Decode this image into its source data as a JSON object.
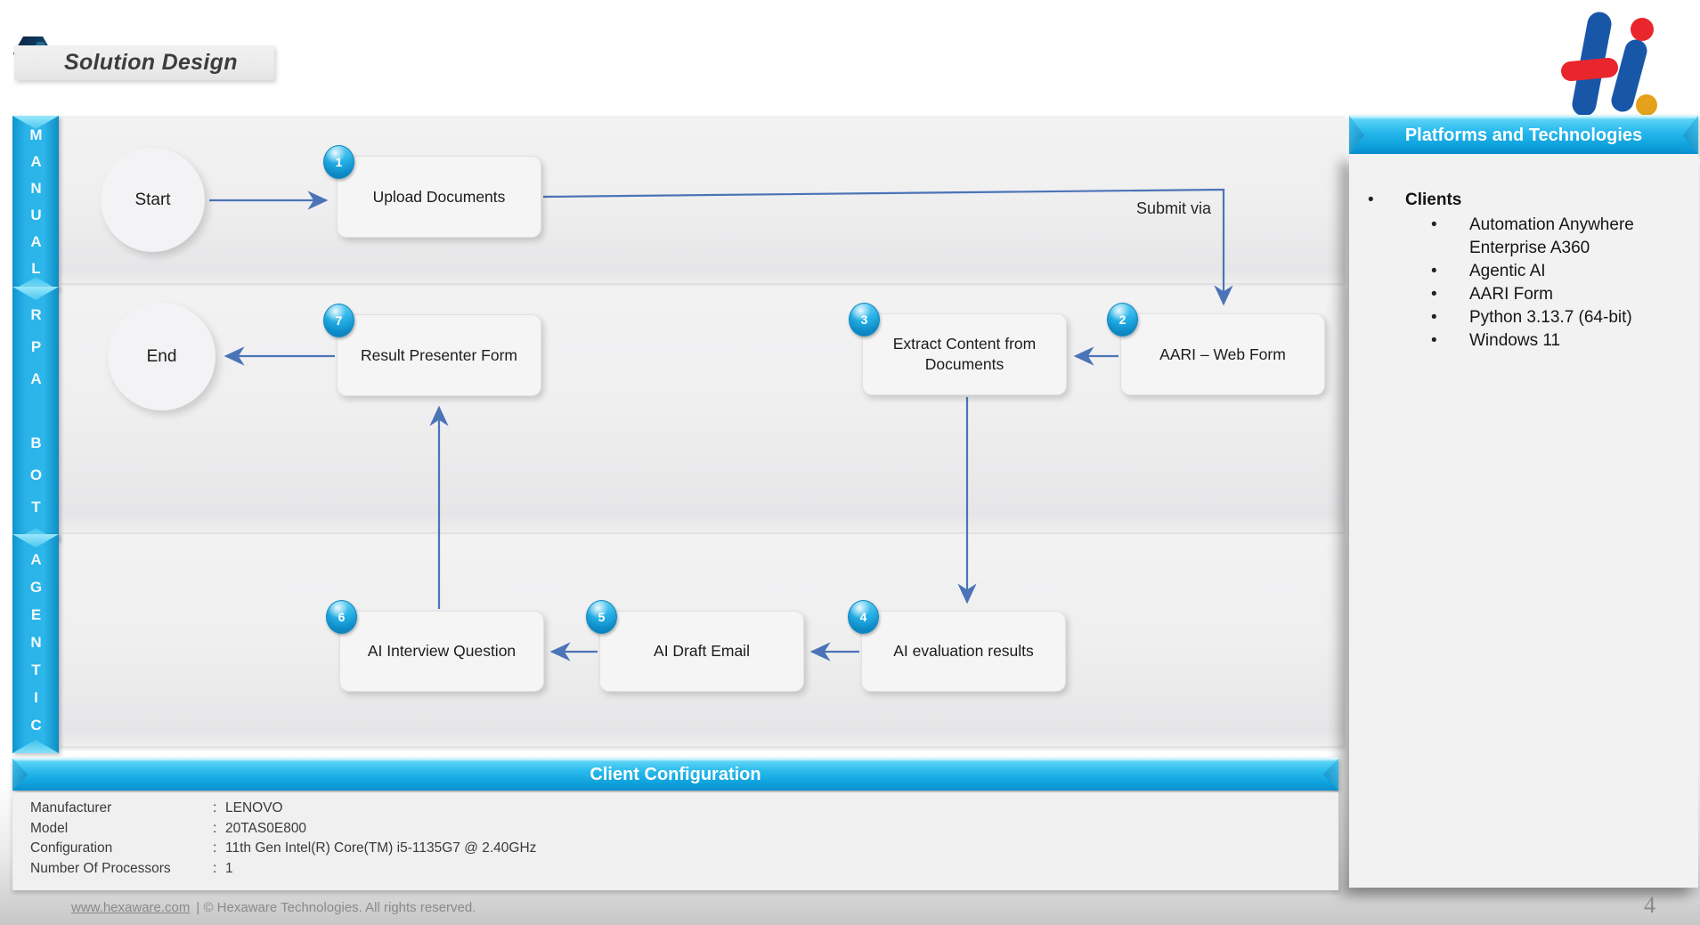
{
  "slide": {
    "title": "Solution Design",
    "page_number": "4"
  },
  "lanes": [
    {
      "label": "MANUAL"
    },
    {
      "label": "RPA BOT"
    },
    {
      "label": "AGENTIC"
    }
  ],
  "flow": {
    "start_label": "Start",
    "end_label": "End",
    "submit_via_label": "Submit via",
    "nodes": [
      {
        "num": "1",
        "label": "Upload Documents"
      },
      {
        "num": "2",
        "label": "AARI – Web Form"
      },
      {
        "num": "3",
        "label": "Extract Content from Documents"
      },
      {
        "num": "4",
        "label": "AI evaluation results"
      },
      {
        "num": "5",
        "label": "AI Draft Email"
      },
      {
        "num": "6",
        "label": "AI Interview Question"
      },
      {
        "num": "7",
        "label": "Result Presenter Form"
      }
    ]
  },
  "right_panel": {
    "title": "Platforms and Technologies",
    "group": "Clients",
    "items": [
      "Automation Anywhere Enterprise A360",
      "Agentic AI",
      "AARI Form",
      "Python 3.13.7 (64-bit)",
      "Windows 11"
    ]
  },
  "config": {
    "title": "Client Configuration",
    "separator": ":",
    "rows": [
      {
        "label": "Manufacturer",
        "value": "LENOVO"
      },
      {
        "label": "Model",
        "value": "20TAS0E800"
      },
      {
        "label": "Configuration",
        "value": "11th Gen Intel(R) Core(TM) i5-1135G7 @ 2.40GHz"
      },
      {
        "label": "Number Of Processors",
        "value": "1"
      }
    ]
  },
  "footer": {
    "link": "www.hexaware.com",
    "copyright": "| © Hexaware Technologies. All rights reserved."
  },
  "colors": {
    "accent_cyan": "#1fb0e6",
    "arrow_blue": "#4b74b7",
    "logo_blue": "#1857a8",
    "logo_red": "#e8262c",
    "logo_gold": "#e4a119"
  }
}
